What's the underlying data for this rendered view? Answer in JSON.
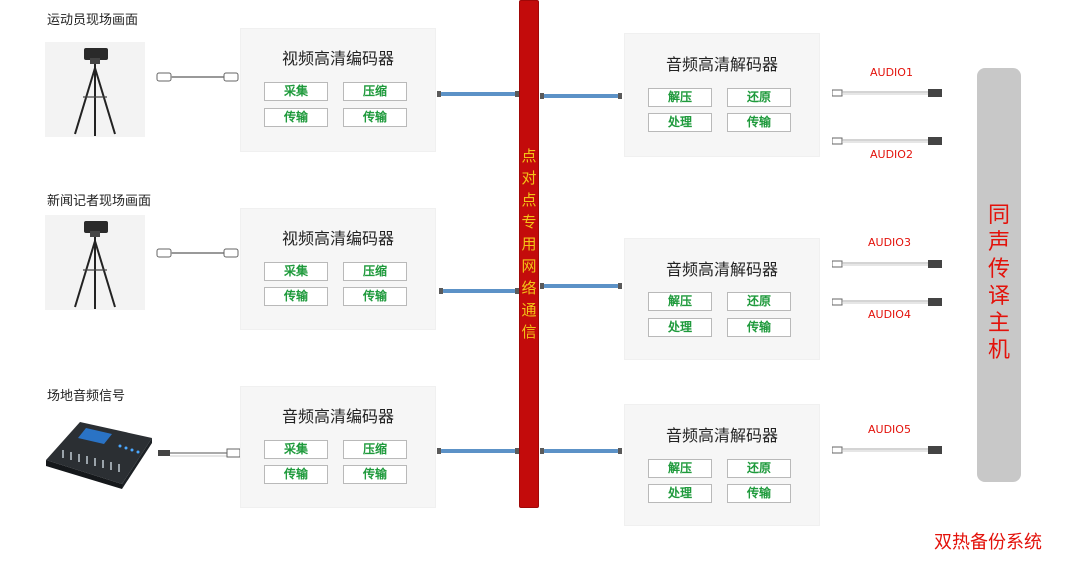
{
  "sources": [
    {
      "label": "运动员现场画面"
    },
    {
      "label": "新闻记者现场画面"
    },
    {
      "label": "场地音频信号"
    }
  ],
  "encoders": [
    {
      "title": "视频高清编码器",
      "buttons": [
        "采集",
        "压缩",
        "传输",
        "传输"
      ]
    },
    {
      "title": "视频高清编码器",
      "buttons": [
        "采集",
        "压缩",
        "传输",
        "传输"
      ]
    },
    {
      "title": "音频高清编码器",
      "buttons": [
        "采集",
        "压缩",
        "传输",
        "传输"
      ]
    }
  ],
  "network": {
    "label_chars": [
      "点",
      "对",
      "点",
      "专",
      "用",
      "网",
      "络",
      "通",
      "信"
    ]
  },
  "decoders": [
    {
      "title": "音频高清解码器",
      "buttons": [
        "解压",
        "还原",
        "处理",
        "传输"
      ]
    },
    {
      "title": "音频高清解码器",
      "buttons": [
        "解压",
        "还原",
        "处理",
        "传输"
      ]
    },
    {
      "title": "音频高清解码器",
      "buttons": [
        "解压",
        "还原",
        "处理",
        "传输"
      ]
    }
  ],
  "audio_outputs": [
    "AUDIO1",
    "AUDIO2",
    "AUDIO3",
    "AUDIO4",
    "AUDIO5"
  ],
  "host": {
    "label_chars": [
      "同",
      "声",
      "传",
      "译",
      "主",
      "机"
    ]
  },
  "footer": "双热备份系统",
  "colors": {
    "network_bar": "#c30b0b",
    "network_text": "#f3c317",
    "host_bg": "#c8c8c8",
    "accent_red": "#e3120b",
    "button_text": "#1f9a3c",
    "link_blue": "#5c92c7"
  }
}
